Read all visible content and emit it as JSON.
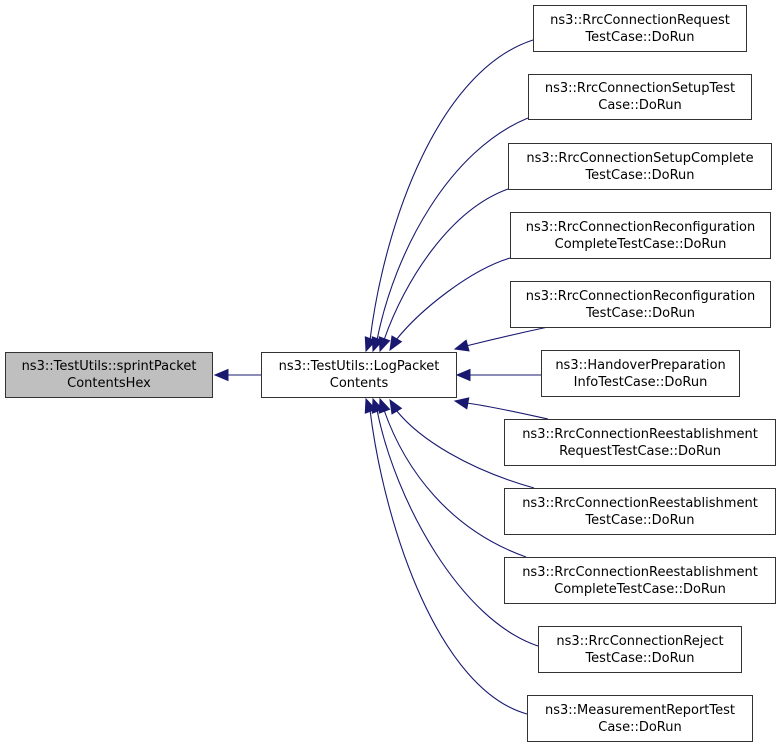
{
  "diagram": {
    "type": "caller-graph",
    "edge_color": "#191970",
    "root": {
      "id": "sprint",
      "lines": [
        "ns3::TestUtils::sprintPacket",
        "ContentsHex"
      ],
      "highlighted": true,
      "fill": "#bfbfbf"
    },
    "center": {
      "id": "log",
      "lines": [
        "ns3::TestUtils::LogPacket",
        "Contents"
      ]
    },
    "callers": [
      {
        "id": "c1",
        "lines": [
          "ns3::RrcConnectionRequest",
          "TestCase::DoRun"
        ]
      },
      {
        "id": "c2",
        "lines": [
          "ns3::RrcConnectionSetupTest",
          "Case::DoRun"
        ]
      },
      {
        "id": "c3",
        "lines": [
          "ns3::RrcConnectionSetupComplete",
          "TestCase::DoRun"
        ]
      },
      {
        "id": "c4",
        "lines": [
          "ns3::RrcConnectionReconfiguration",
          "CompleteTestCase::DoRun"
        ]
      },
      {
        "id": "c5",
        "lines": [
          "ns3::RrcConnectionReconfiguration",
          "TestCase::DoRun"
        ]
      },
      {
        "id": "c6",
        "lines": [
          "ns3::HandoverPreparation",
          "InfoTestCase::DoRun"
        ]
      },
      {
        "id": "c7",
        "lines": [
          "ns3::RrcConnectionReestablishment",
          "RequestTestCase::DoRun"
        ]
      },
      {
        "id": "c8",
        "lines": [
          "ns3::RrcConnectionReestablishment",
          "TestCase::DoRun"
        ]
      },
      {
        "id": "c9",
        "lines": [
          "ns3::RrcConnectionReestablishment",
          "CompleteTestCase::DoRun"
        ]
      },
      {
        "id": "c10",
        "lines": [
          "ns3::RrcConnectionReject",
          "TestCase::DoRun"
        ]
      },
      {
        "id": "c11",
        "lines": [
          "ns3::MeasurementReportTest",
          "Case::DoRun"
        ]
      }
    ],
    "edges": [
      {
        "from": "log",
        "to": "sprint"
      },
      {
        "from": "c1",
        "to": "log"
      },
      {
        "from": "c2",
        "to": "log"
      },
      {
        "from": "c3",
        "to": "log"
      },
      {
        "from": "c4",
        "to": "log"
      },
      {
        "from": "c5",
        "to": "log"
      },
      {
        "from": "c6",
        "to": "log"
      },
      {
        "from": "c7",
        "to": "log"
      },
      {
        "from": "c8",
        "to": "log"
      },
      {
        "from": "c9",
        "to": "log"
      },
      {
        "from": "c10",
        "to": "log"
      },
      {
        "from": "c11",
        "to": "log"
      }
    ]
  }
}
